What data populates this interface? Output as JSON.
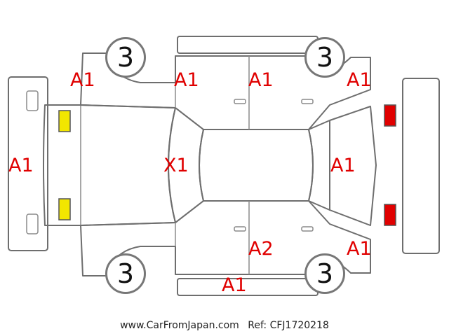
{
  "marks": {
    "front_bumper": "A1",
    "left_front_fender": "A1",
    "left_front_door": "A1",
    "left_rear_door": "A1",
    "left_rear_fender": "A1",
    "roof": "X1",
    "rear_glass": "A1",
    "right_rear_door": "A2",
    "right_rear_fender": "A1",
    "right_sill": "A1"
  },
  "wheels": {
    "left_front": "3",
    "left_rear": "3",
    "right_front": "3",
    "right_rear": "3"
  },
  "lights": {
    "front_color": "#f2e600",
    "rear_color": "#e00000"
  },
  "colors": {
    "damage_code": "#e00000",
    "outline": "#6e6e6e"
  },
  "footer": {
    "site": "www.CarFromJapan.com",
    "ref": "Ref: CFJ1720218"
  }
}
